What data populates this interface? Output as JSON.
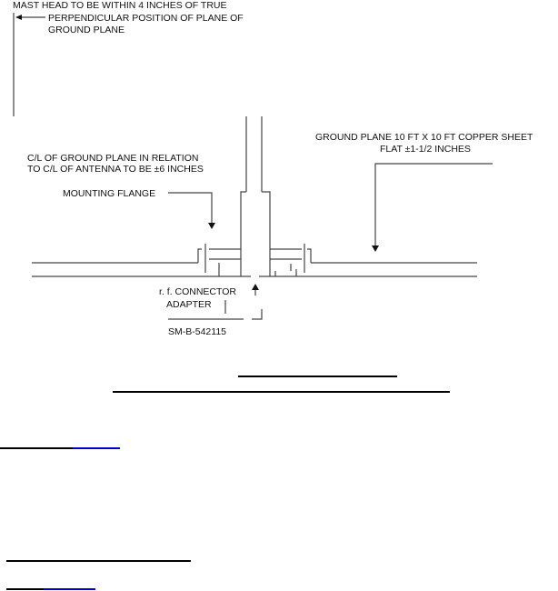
{
  "labels": {
    "mast_head_1": "MAST HEAD TO BE WITHIN 4 INCHES OF TRUE",
    "mast_head_2": "PERPENDICULAR POSITION OF PLANE OF",
    "mast_head_3": "GROUND PLANE",
    "cl_1": "C/L OF GROUND PLANE IN RELATION",
    "cl_2": "TO C/L OF ANTENNA TO BE  ±6 INCHES",
    "mounting_flange": "MOUNTING FLANGE",
    "ground_plane_1": "GROUND PLANE 10 FT  X  10 FT COPPER SHEET",
    "ground_plane_2": "FLAT ±1-1/2 INCHES",
    "rf_connector": "r. f. CONNECTOR",
    "adapter": "ADAPTER",
    "part_number": "SM-B-542115"
  },
  "colors": {
    "line": "#444444",
    "link": "#0000cc"
  }
}
